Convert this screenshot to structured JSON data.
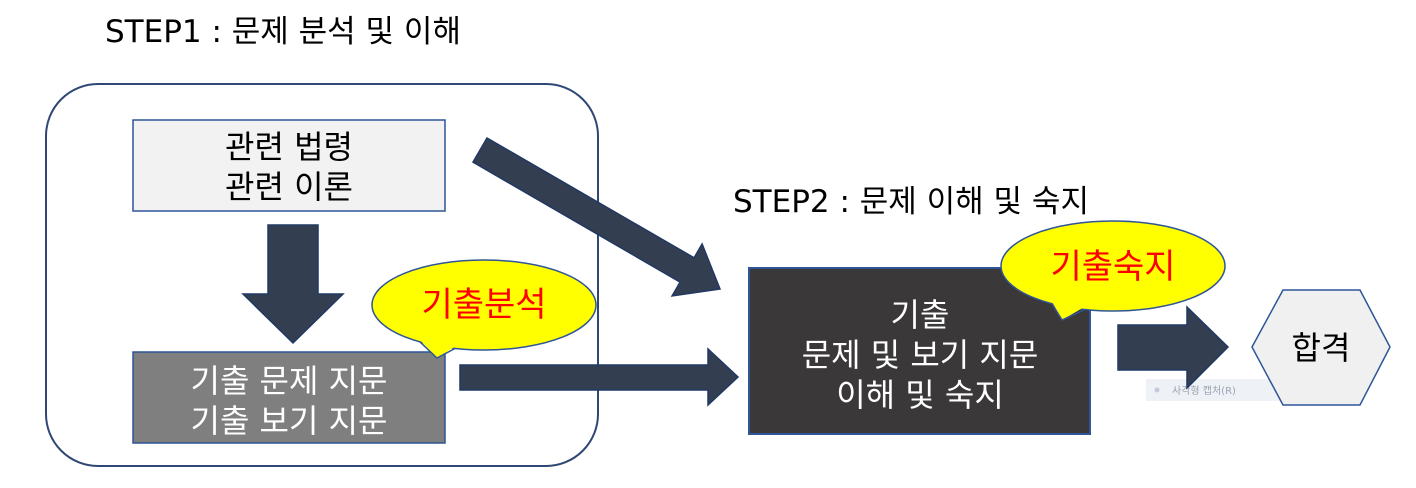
{
  "step1": {
    "title": "STEP1 : 문제 분석 및 이해",
    "theory_box": {
      "lines": [
        "관련 법령",
        "관련 이론"
      ]
    },
    "past_exam_box": {
      "lines": [
        "기출 문제 지문",
        "기출 보기 지문"
      ]
    },
    "bubble": {
      "text": "기출분석"
    }
  },
  "step2": {
    "title": "STEP2 : 문제 이해 및 숙지",
    "mastery_box": {
      "lines": [
        "기출",
        "문제 및 보기 지문",
        "이해 및 숙지"
      ]
    },
    "bubble": {
      "text": "기출숙지"
    }
  },
  "result": {
    "label": "합격"
  },
  "capture_menu_item": {
    "label": "사각형 캡처(R)"
  },
  "colors": {
    "arrow": "#333f50",
    "outline": "#2f5597",
    "bubble_fill": "#ffff00",
    "bubble_text": "#ff0000",
    "theory_box_fill": "#f2f2f2",
    "past_exam_box_fill": "#7f7f7f",
    "mastery_box_fill": "#3a3838",
    "result_fill": "#f0f0f0"
  }
}
